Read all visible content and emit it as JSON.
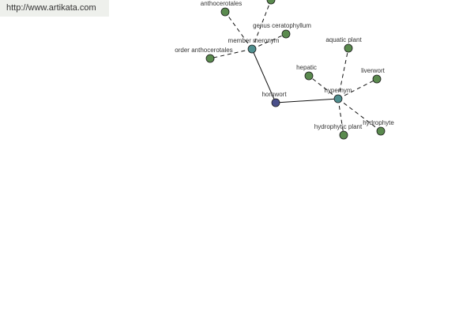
{
  "site": {
    "url": "http://www.artikata.com"
  },
  "colors": {
    "root_node": "#4a4f8a",
    "relation_node": "#4f8f8f",
    "term_node": "#5a8a4e"
  },
  "graph": {
    "nodes": {
      "hornwort": {
        "label": "hornwort",
        "kind": "root"
      },
      "member_meronym": {
        "label": "member meronym",
        "kind": "relation"
      },
      "hypernym": {
        "label": "hypernym",
        "kind": "relation"
      },
      "anthocerotales": {
        "label": "anthocerotales",
        "kind": "term"
      },
      "genus_ceratophyllum": {
        "label": "genus ceratophyllum",
        "kind": "term"
      },
      "order_anthocerotales": {
        "label": "order anthocerotales",
        "kind": "term"
      },
      "unlabeled_top": {
        "label": "",
        "kind": "term"
      },
      "aquatic_plant": {
        "label": "aquatic plant",
        "kind": "term"
      },
      "hepatic": {
        "label": "hepatic",
        "kind": "term"
      },
      "liverwort": {
        "label": "liverwort",
        "kind": "term"
      },
      "hydrophytic_plant": {
        "label": "hydrophytic plant",
        "kind": "term"
      },
      "hydrophyte": {
        "label": "hydrophyte",
        "kind": "term"
      }
    },
    "edges": [
      {
        "from": "hornwort",
        "to": "member_meronym",
        "style": "solid"
      },
      {
        "from": "hornwort",
        "to": "hypernym",
        "style": "solid"
      },
      {
        "from": "member_meronym",
        "to": "anthocerotales",
        "style": "dashed"
      },
      {
        "from": "member_meronym",
        "to": "unlabeled_top",
        "style": "dashed"
      },
      {
        "from": "member_meronym",
        "to": "genus_ceratophyllum",
        "style": "dashed"
      },
      {
        "from": "member_meronym",
        "to": "order_anthocerotales",
        "style": "dashed"
      },
      {
        "from": "hypernym",
        "to": "aquatic_plant",
        "style": "dashed"
      },
      {
        "from": "hypernym",
        "to": "hepatic",
        "style": "dashed"
      },
      {
        "from": "hypernym",
        "to": "liverwort",
        "style": "dashed"
      },
      {
        "from": "hypernym",
        "to": "hydrophytic_plant",
        "style": "dashed"
      },
      {
        "from": "hypernym",
        "to": "hydrophyte",
        "style": "dashed"
      }
    ]
  }
}
